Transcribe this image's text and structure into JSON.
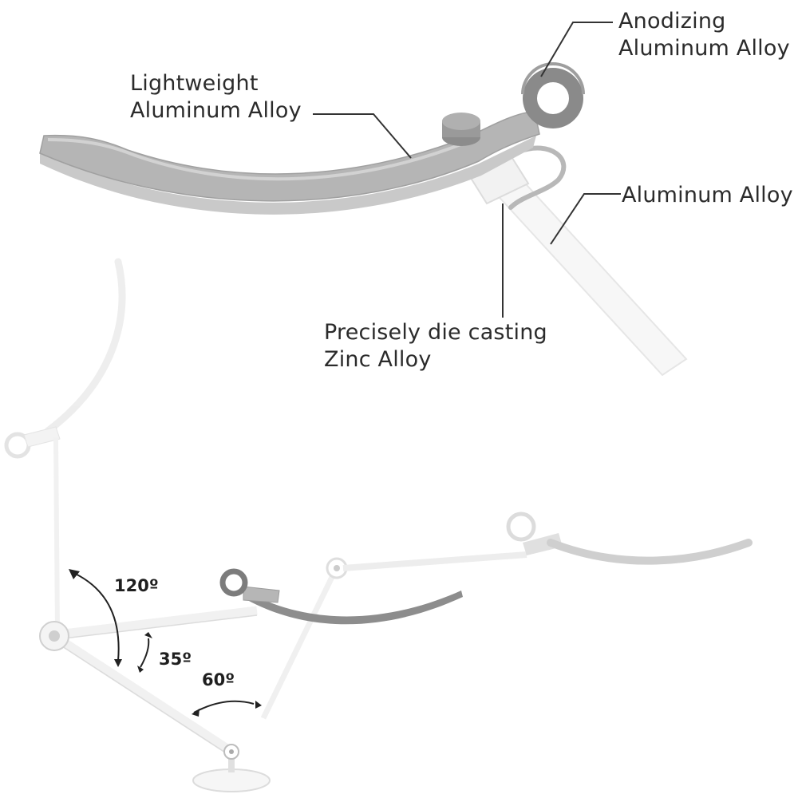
{
  "callouts": {
    "lightweight": {
      "line1": "Lightweight",
      "line2": "Aluminum Alloy"
    },
    "anodizing": {
      "line1": "Anodizing",
      "line2": "Aluminum Alloy"
    },
    "aluminum": {
      "line1": "Aluminum Alloy"
    },
    "zinc": {
      "line1": "Precisely die casting",
      "line2": "Zinc Alloy"
    }
  },
  "angles": {
    "a120": "120º",
    "a35": "35º",
    "a60": "60º"
  },
  "colors": {
    "head_silver": "#a9a9a9",
    "head_dark": "#7d7d7d",
    "arm_white": "#f4f4f4",
    "outline": "#e2e2e2",
    "ink": "#2b2b2b"
  }
}
